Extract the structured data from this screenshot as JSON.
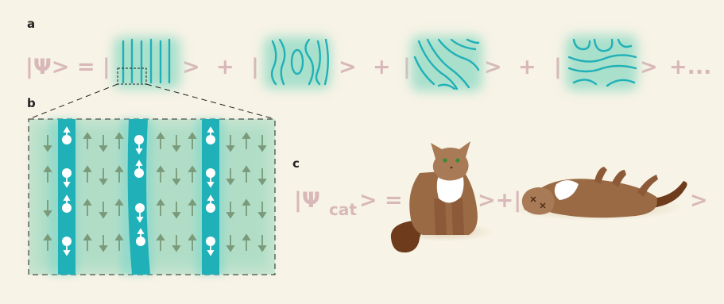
{
  "panels": {
    "a": {
      "label": "a"
    },
    "b": {
      "label": "b"
    },
    "c": {
      "label": "c"
    }
  },
  "equation_a": {
    "lhs": "|Ψ> = |",
    "ket_close_1": ">",
    "plus_1": "+",
    "ket_open_2": "|",
    "ket_close_2": ">",
    "plus_2": "+",
    "ket_open_3": "|",
    "ket_close_3": ">",
    "plus_3": "+",
    "ket_open_4": "|",
    "ket_close_4": ">",
    "tail": "+..."
  },
  "equation_c": {
    "psi": "|Ψ",
    "subscript": "cat",
    "eq_open": "> = |",
    "mid": ">+|",
    "close": ">"
  },
  "colors": {
    "background": "#f7f3e6",
    "equation_text": "#d8b8b8",
    "domain_wall": "#20b0b8",
    "glow": "#a8e0cc",
    "spin_arrow": "#7a9a7a",
    "cat_fur": "#9a6a45",
    "cat_chest": "#ffffff"
  },
  "icons": {
    "pattern_1": "straight-parallel-lines",
    "pattern_2": "curved-loop-lines",
    "pattern_3": "bent-lines",
    "pattern_4": "wavy-lines",
    "sitting_cat": "sitting-cat-icon",
    "lying_cat": "lying-cat-icon"
  }
}
